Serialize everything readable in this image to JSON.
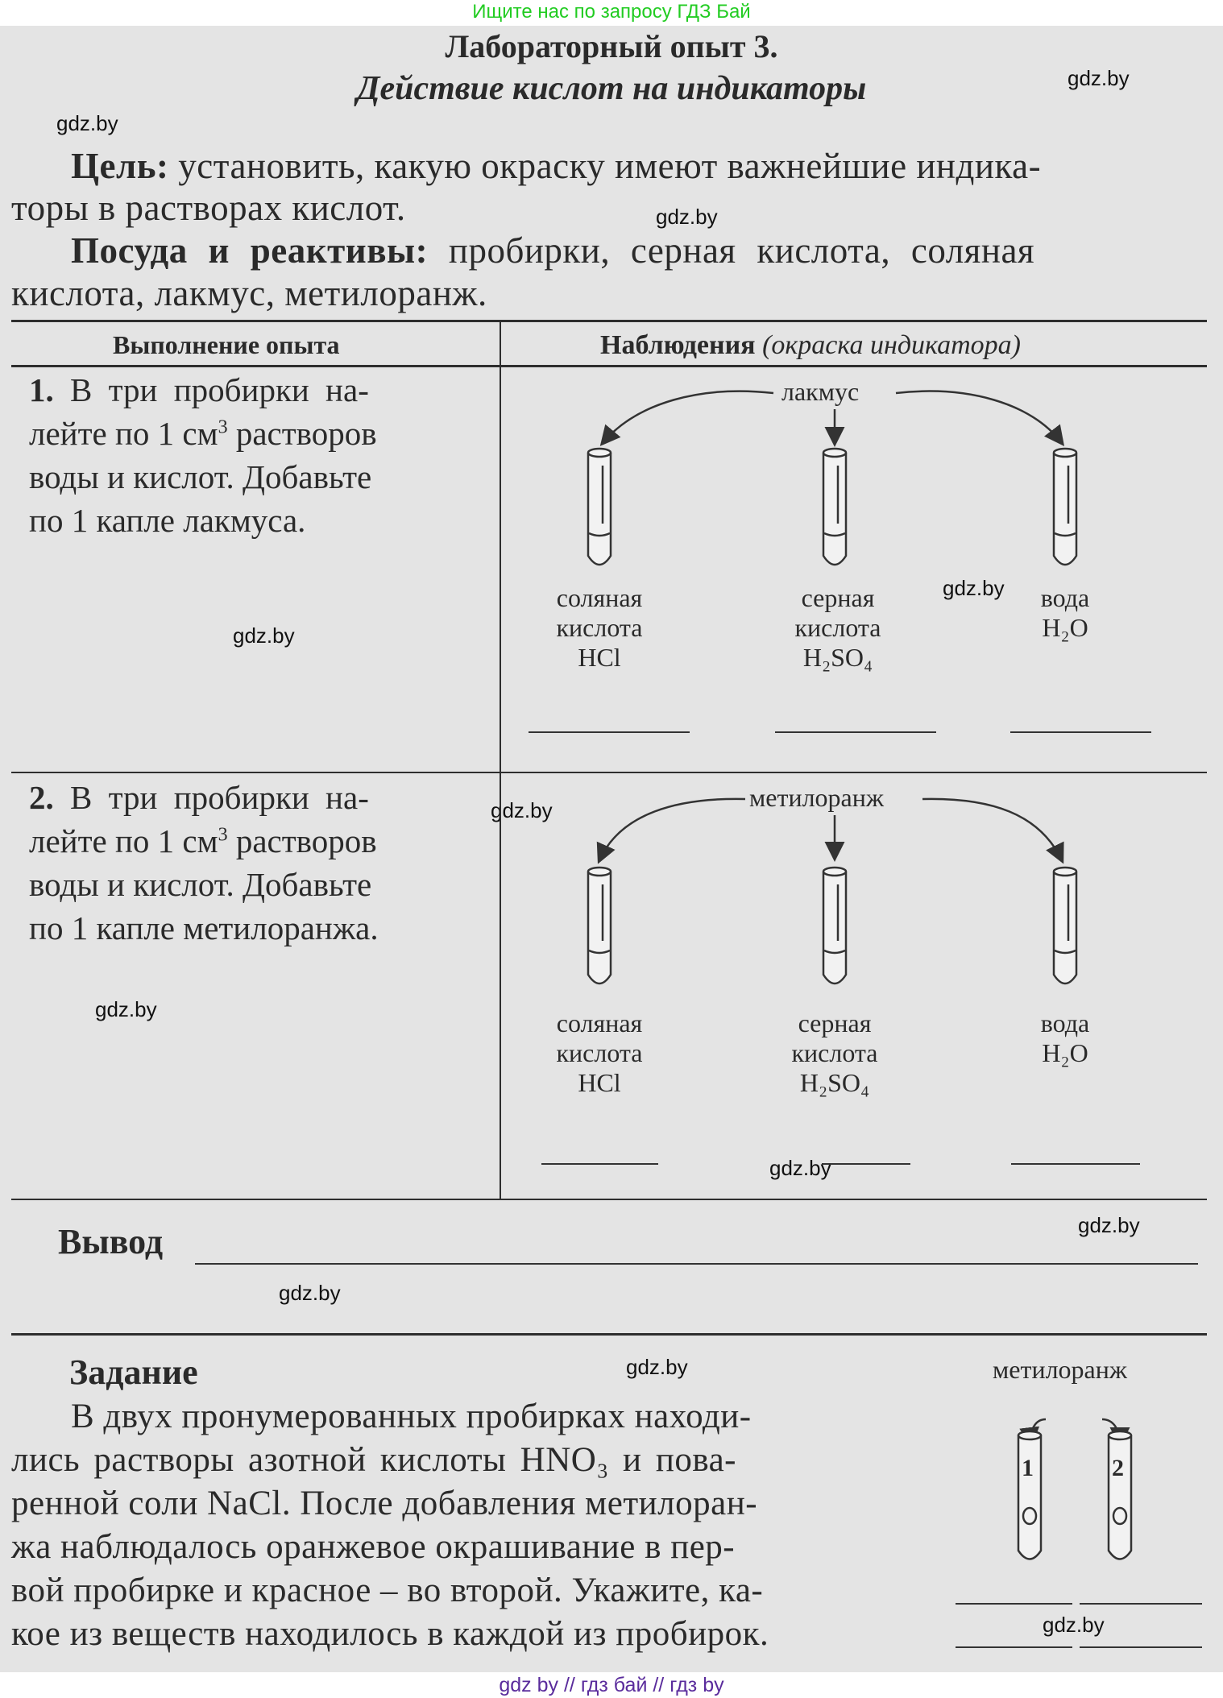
{
  "banner": "Ищите нас по запросу ГДЗ Бай",
  "footer": "gdz by  //  гдз бай  //  гдз by",
  "watermark": "gdz.by",
  "title": "Лабораторный опыт 3.",
  "subtitle": "Действие кислот на индикаторы",
  "goal": {
    "label": "Цель:",
    "line1": "установить, какую окраску имеют важнейшие индика-",
    "line2": "торы в растворах кислот."
  },
  "equipment": {
    "label": "Посуда и реактивы:",
    "line1": "пробирки, серная кислота, соляная",
    "line2": "кислота, лакмус, метилоранж."
  },
  "table": {
    "col1_header": "Выполнение опыта",
    "col2_header": "Наблюдения",
    "col2_header_italic": "(окраска индикатора)",
    "rows": [
      {
        "num": "1.",
        "l1": "В три пробирки на-",
        "l2a": "лейте по 1 см",
        "l2sup": "3",
        "l2b": " растворов",
        "l3": "воды и кислот. Добавьте",
        "l4": "по 1 капле лакмуса.",
        "indicator": "лакмус",
        "tubes": [
          {
            "name": "соляная",
            "sub": "кислота",
            "formula": "HCl"
          },
          {
            "name": "серная",
            "sub": "кислота",
            "formula": "H₂SO₄"
          },
          {
            "name": "вода",
            "formula": "H₂O"
          }
        ]
      },
      {
        "num": "2.",
        "l1": "В три пробирки на-",
        "l2a": "лейте по 1 см",
        "l2sup": "3",
        "l2b": " растворов",
        "l3": "воды и кислот. Добавьте",
        "l4": "по 1 капле метилоранжа.",
        "indicator": "метилоранж",
        "tubes": [
          {
            "name": "соляная",
            "sub": "кислота",
            "formula": "HCl"
          },
          {
            "name": "серная",
            "sub": "кислота",
            "formula": "H₂SO₄"
          },
          {
            "name": "вода",
            "formula": "H₂O"
          }
        ]
      }
    ]
  },
  "conclusion_label": "Вывод",
  "task": {
    "label": "Задание",
    "lines": [
      "В двух пронумерованных пробирках находи-",
      "лись растворы азотной кислоты HNO₃ и пова-",
      "ренной соли NaCl. После добавления метилоран-",
      "жа наблюдалось оранжевое окрашивание в пер-",
      "вой пробирке и красное – во второй. Укажите, ка-",
      "кое из веществ находилось в каждой из пробирок."
    ],
    "indicator": "метилоранж",
    "tube_numbers": [
      "1",
      "2"
    ]
  }
}
